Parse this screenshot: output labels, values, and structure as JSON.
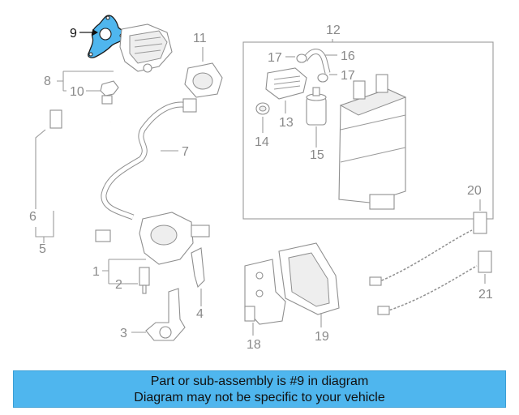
{
  "callouts": {
    "c1": "1",
    "c2": "2",
    "c3": "3",
    "c4": "4",
    "c5": "5",
    "c6": "6",
    "c7": "7",
    "c8": "8",
    "c9": "9",
    "c10": "10",
    "c11": "11",
    "c12": "12",
    "c13": "13",
    "c14": "14",
    "c15": "15",
    "c16": "16",
    "c17a": "17",
    "c17b": "17",
    "c18": "18",
    "c19": "19",
    "c20": "20",
    "c21": "21"
  },
  "highlighted_part": "9",
  "colors": {
    "highlight": "#4fb6ee",
    "banner": "#4fb6ee",
    "linework": "#8f8f8f"
  },
  "banner": {
    "line1": "Part or sub-assembly is #9 in diagram",
    "line2": "Diagram may not be specific to your vehicle"
  }
}
